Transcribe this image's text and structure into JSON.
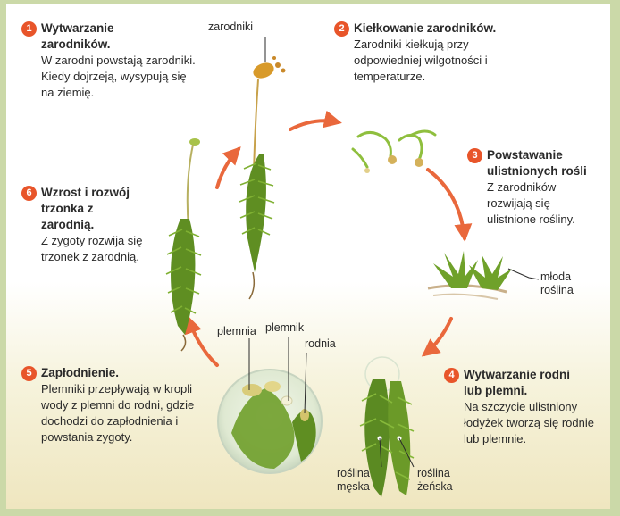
{
  "steps": [
    {
      "num": "1",
      "title": "Wytwarzanie zarodników.",
      "body": "W zarodni powstają zarodniki. Kiedy dojrzeją, wysypują się na ziemię."
    },
    {
      "num": "2",
      "title": "Kiełkowanie zarodników.",
      "body": "Zarodniki kiełkują przy odpowiedniej wilgotności i temperaturze."
    },
    {
      "num": "3",
      "title": "Powstawanie ulistnionych rośli",
      "body": "Z zarodników rozwijają się ulistnione rośliny."
    },
    {
      "num": "4",
      "title": "Wytwarzanie rodni lub plemni.",
      "body": "Na szczycie ulistniony łodyżek tworzą się rodnie lub plemnie."
    },
    {
      "num": "5",
      "title": "Zapłodnienie.",
      "body": "Plemniki przepływają w kropli wody z plemni do rodni, gdzie dochodzi do zapłodnienia i powstania zygoty."
    },
    {
      "num": "6",
      "title": "Wzrost i rozwój trzonka z zarodnią.",
      "body": "Z zygoty rozwija się trzonek z zarodnią."
    }
  ],
  "labels": {
    "zarodniki": "zarodniki",
    "mloda_roslina": "młoda roślina",
    "plemnik": "plemnik",
    "plemnia": "plemnia",
    "rodnia": "rodnia",
    "roslina_meska": "roślina męska",
    "roslina_zenska": "roślina żeńska"
  },
  "colors": {
    "accent": "#e8552a",
    "arrow": "#e9683c",
    "moss": "#6d9a25",
    "capsule": "#d89a2a"
  }
}
